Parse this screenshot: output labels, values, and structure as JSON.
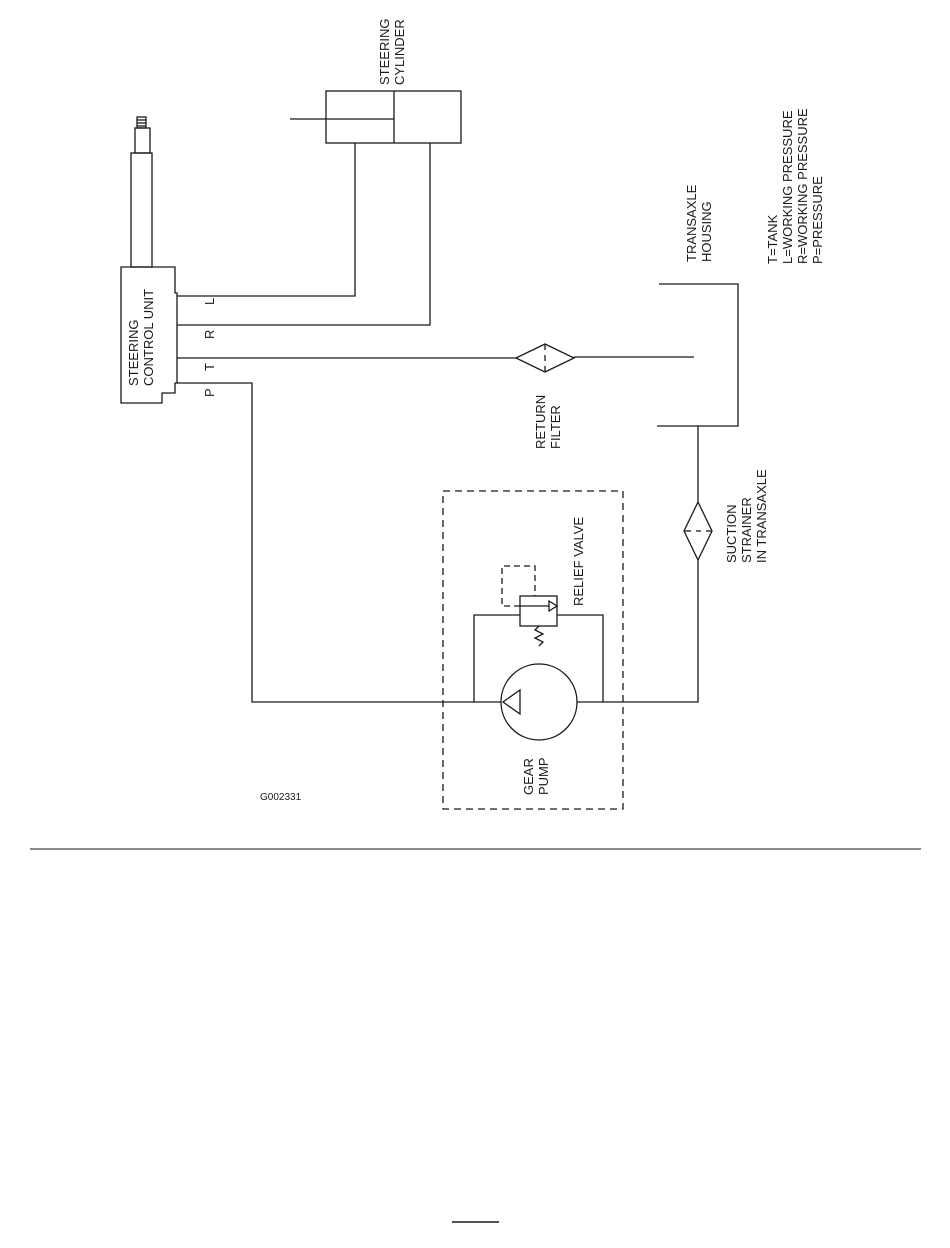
{
  "labels": {
    "steering_cylinder": [
      "STEERING",
      "CYLINDER"
    ],
    "steering_control_unit": [
      "STEERING",
      "CONTROL UNIT"
    ],
    "port_l": "L",
    "port_r": "R",
    "port_t": "T",
    "port_p": "P",
    "return_filter": [
      "RETURN",
      "FILTER"
    ],
    "transaxle_housing": [
      "TRANSAXLE",
      "HOUSING"
    ],
    "suction_strainer": [
      "SUCTION",
      "STRAINER",
      "IN TRANSAXLE"
    ],
    "relief_valve": "RELIEF VALVE",
    "gear_pump": [
      "GEAR",
      "PUMP"
    ],
    "figure_code": "G002331"
  },
  "legend": [
    "T=TANK",
    "L=WORKING PRESSURE",
    "R=WORKING PRESSURE",
    "P=PRESSURE"
  ]
}
